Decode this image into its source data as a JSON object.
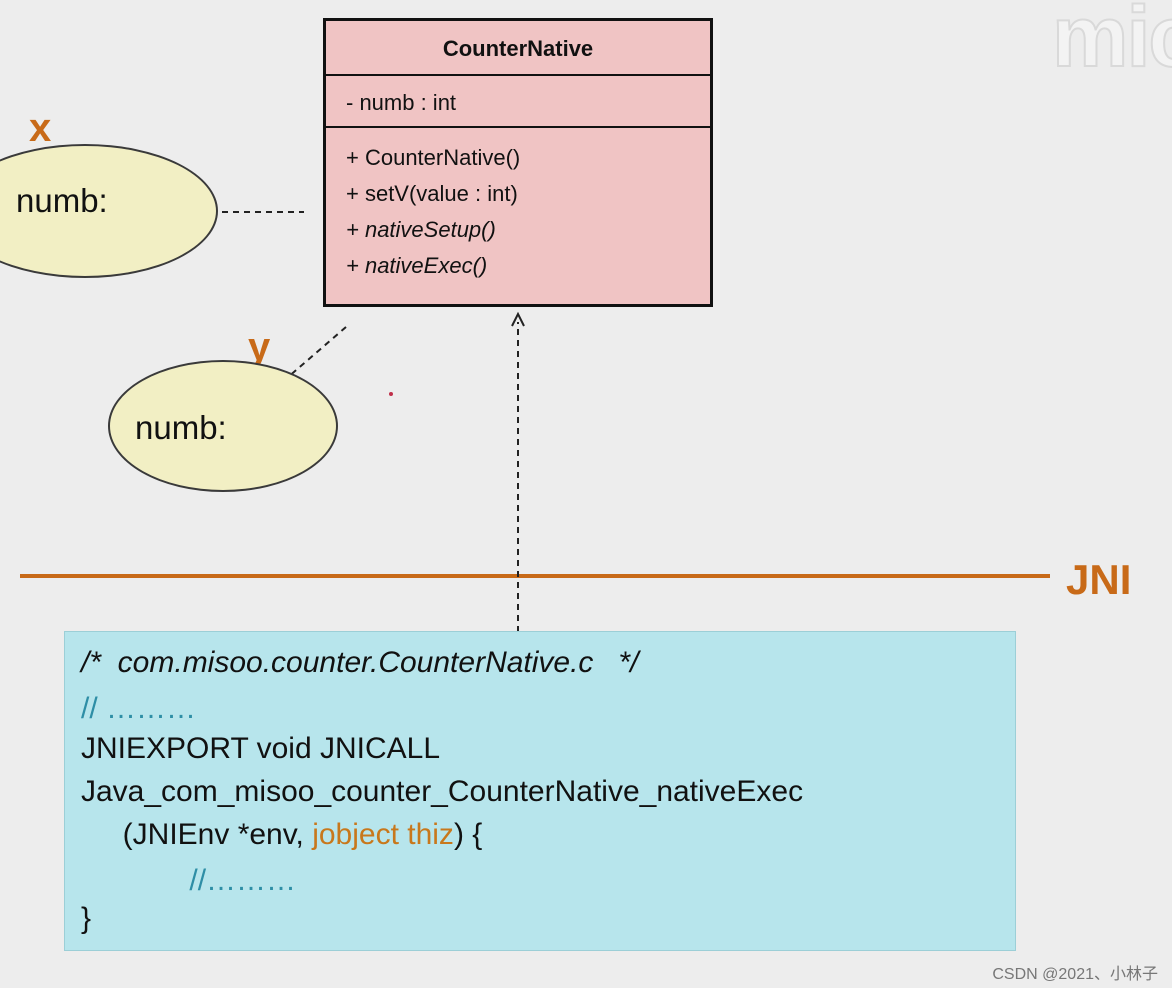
{
  "watermark": {
    "text": "mic"
  },
  "objects": [
    {
      "name": "x",
      "field_label": "numb:"
    },
    {
      "name": "y",
      "field_label": "numb:"
    }
  ],
  "uml_class": {
    "name": "CounterNative",
    "attributes": [
      "- numb : int"
    ],
    "methods": [
      {
        "text": "+ CounterNative()",
        "abstract": false
      },
      {
        "text": "+ setV(value : int)",
        "abstract": false
      },
      {
        "text": "+ nativeSetup()",
        "abstract": true
      },
      {
        "text": "+ nativeExec()",
        "abstract": true
      }
    ]
  },
  "separator": {
    "label": "JNI",
    "color": "#c86a18"
  },
  "code": {
    "line1": "/*  com.misoo.counter.CounterNative.c   */",
    "line2": "// ………",
    "line3": "JNIEXPORT void JNICALL",
    "line4": "Java_com_misoo_counter_CounterNative_nativeExec",
    "line5_pre": "     (JNIEnv *env, ",
    "line5_highlight": "jobject thiz",
    "line5_post": ") {",
    "line6": "             //………",
    "line7": "}"
  },
  "credit": "CSDN @2021、小林子"
}
